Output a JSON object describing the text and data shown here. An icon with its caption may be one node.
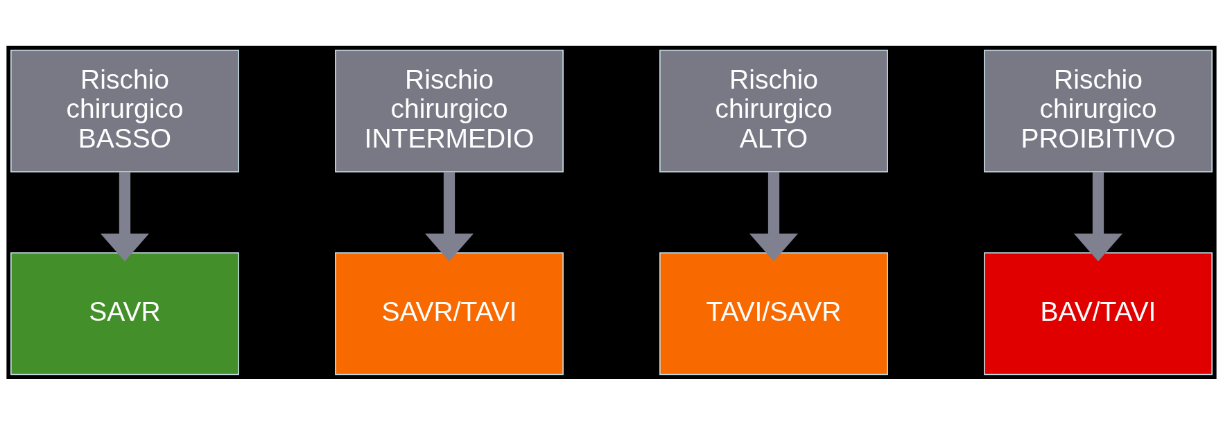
{
  "diagram": {
    "nodes": [
      {
        "text": [
          "Rischio chirurgico BASSO"
        ]
      },
      {
        "text": [
          "Rischio chirurgico INTERMEDIO"
        ]
      },
      {
        "text": [
          "Rischio chirurgico ALTO"
        ]
      },
      {
        "text": [
          "Rischio chirurgico PROIBITIVO"
        ]
      },
      {
        "text": [
          "SAVR"
        ]
      },
      {
        "text": [
          "SAVR/TAVI"
        ]
      },
      {
        "text": [
          "TAVI/SAVR"
        ]
      },
      {
        "text": [
          "BAV/TAVI"
        ]
      }
    ],
    "edges": [
      {
        "from": 0,
        "to": 4,
        "arrow": "to"
      },
      {
        "from": 1,
        "to": 5,
        "arrow": "to"
      },
      {
        "from": 2,
        "to": 6,
        "arrow": "to"
      },
      {
        "from": 3,
        "to": 7,
        "arrow": "to"
      }
    ]
  }
}
